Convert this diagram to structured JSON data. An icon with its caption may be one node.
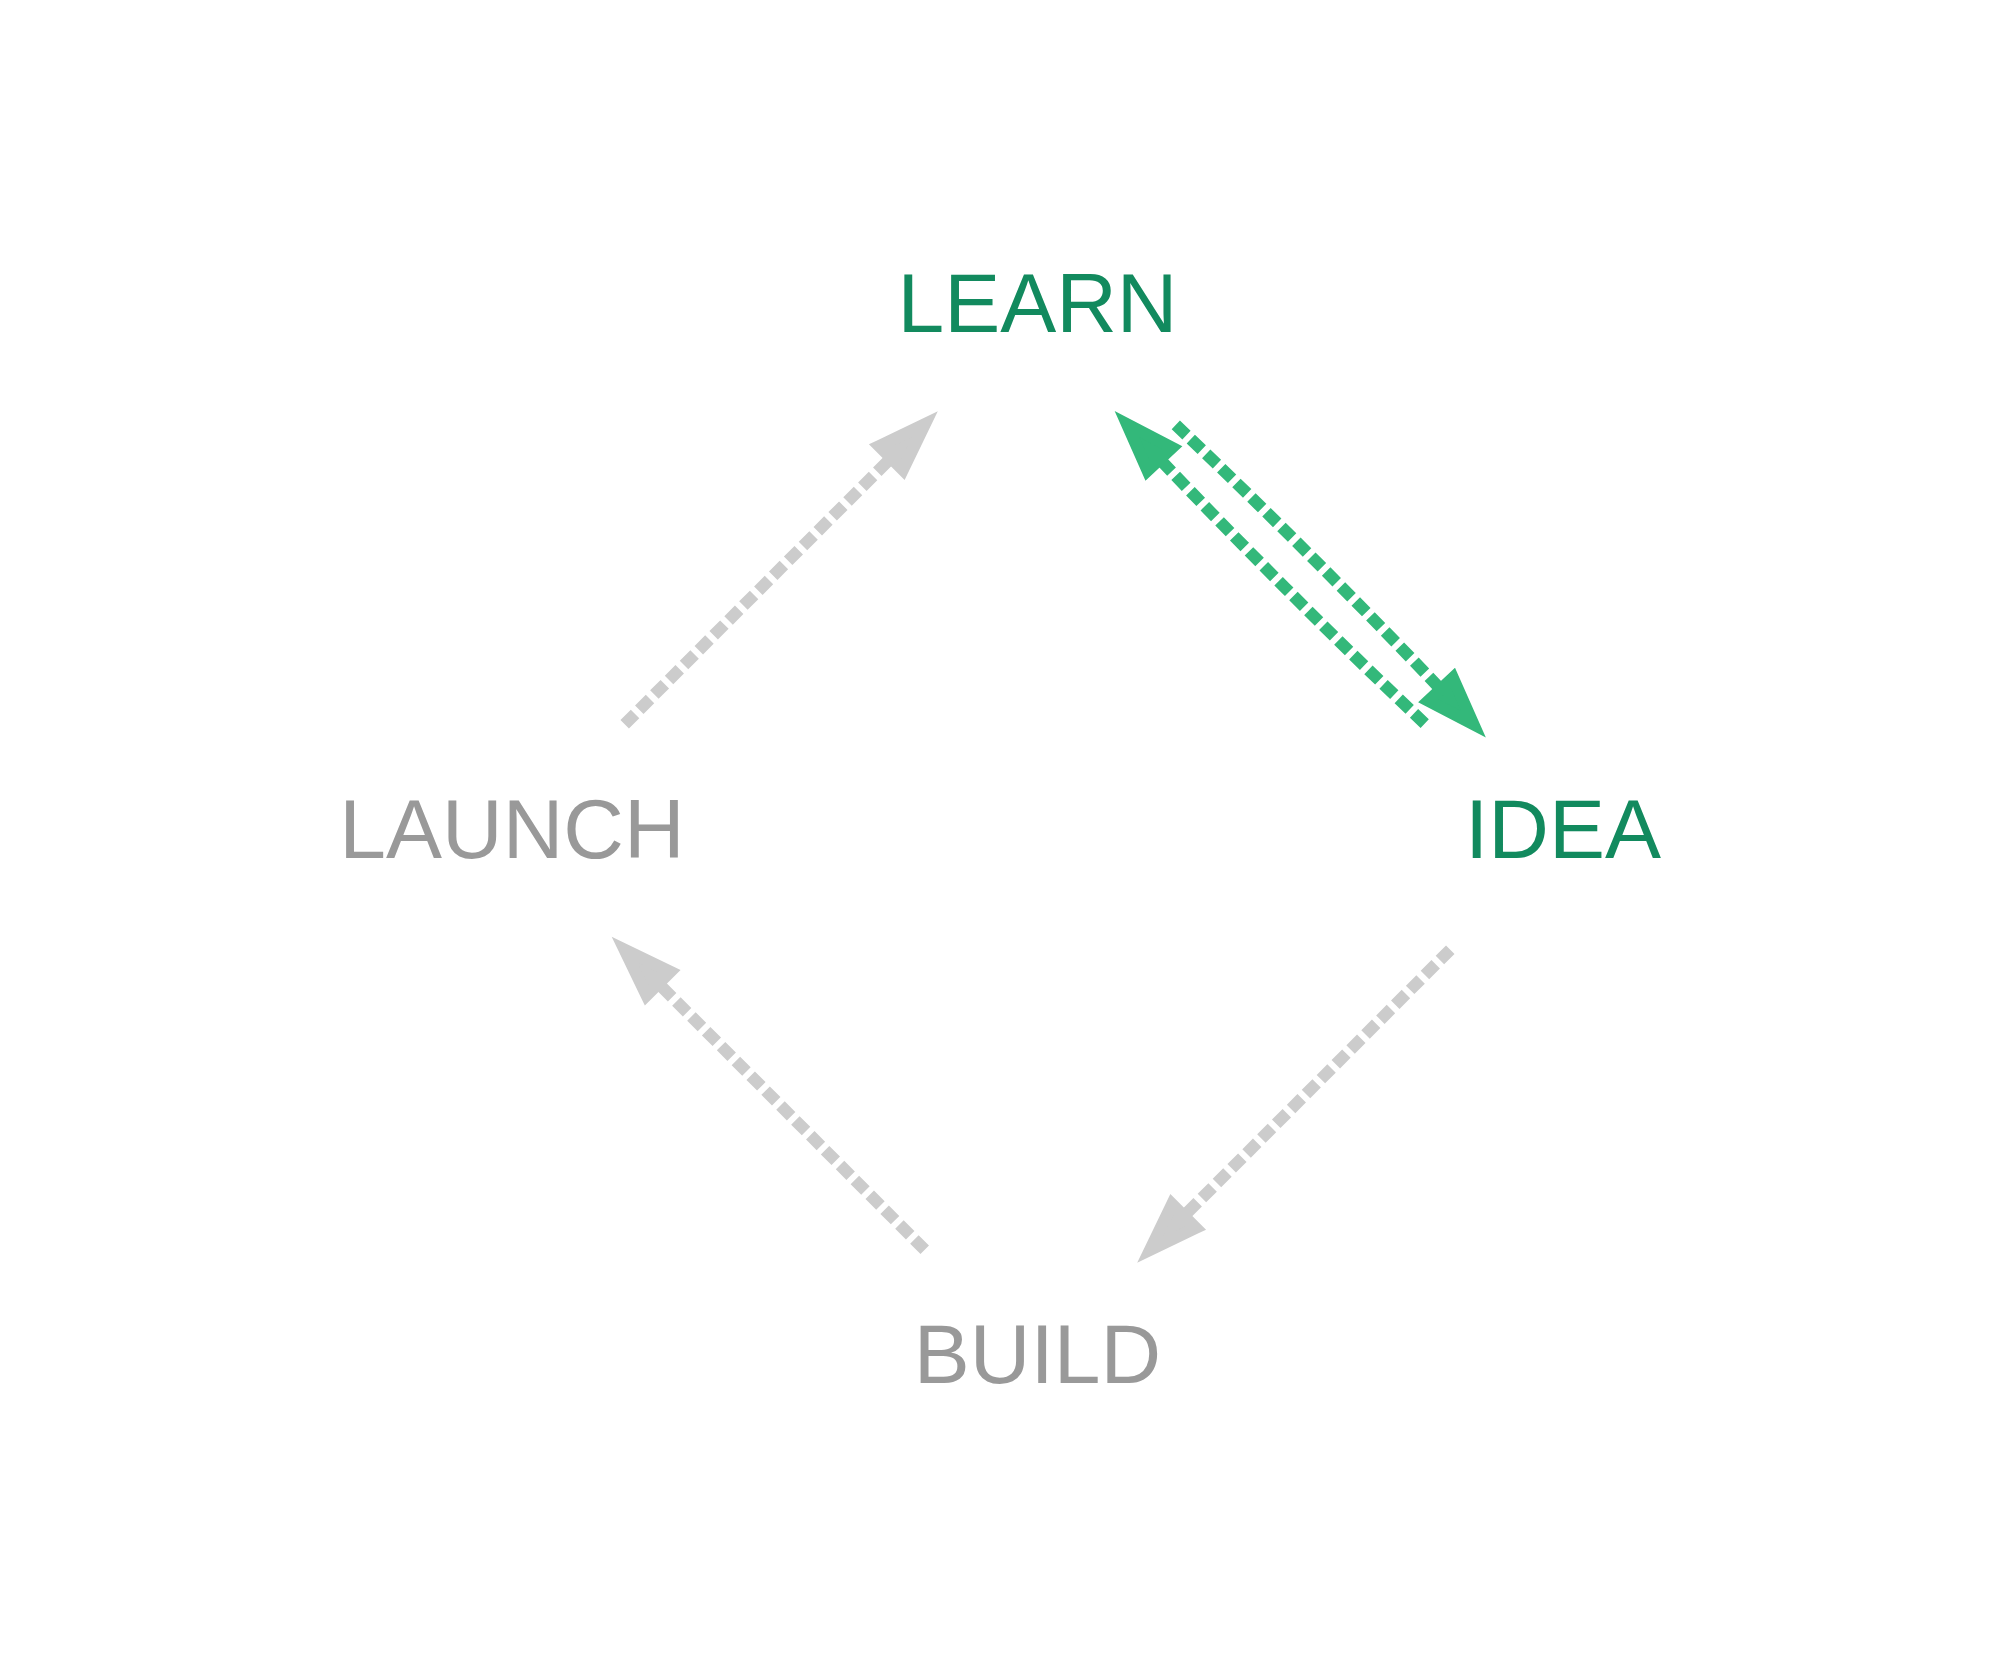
{
  "diagram": {
    "nodes": [
      {
        "text": [
          "BUILD"
        ]
      },
      {
        "text": [
          "IDEA"
        ]
      },
      {
        "text": [
          "LAUNCH"
        ]
      },
      {
        "text": [
          "LEARN"
        ]
      }
    ],
    "edges": [
      {
        "from": 1,
        "to": 0,
        "arrow": "to",
        "style": "dashed",
        "color": "#cccccc"
      },
      {
        "from": 0,
        "to": 2,
        "arrow": "to",
        "style": "dashed",
        "color": "#cccccc"
      },
      {
        "from": 2,
        "to": 3,
        "arrow": "to",
        "style": "dashed",
        "color": "#cccccc"
      },
      {
        "from": 1,
        "to": 3,
        "arrow": "to",
        "style": "dashed",
        "color": "#33b87a"
      },
      {
        "from": 3,
        "to": 1,
        "arrow": "to",
        "style": "dashed",
        "color": "#33b87a"
      }
    ]
  }
}
